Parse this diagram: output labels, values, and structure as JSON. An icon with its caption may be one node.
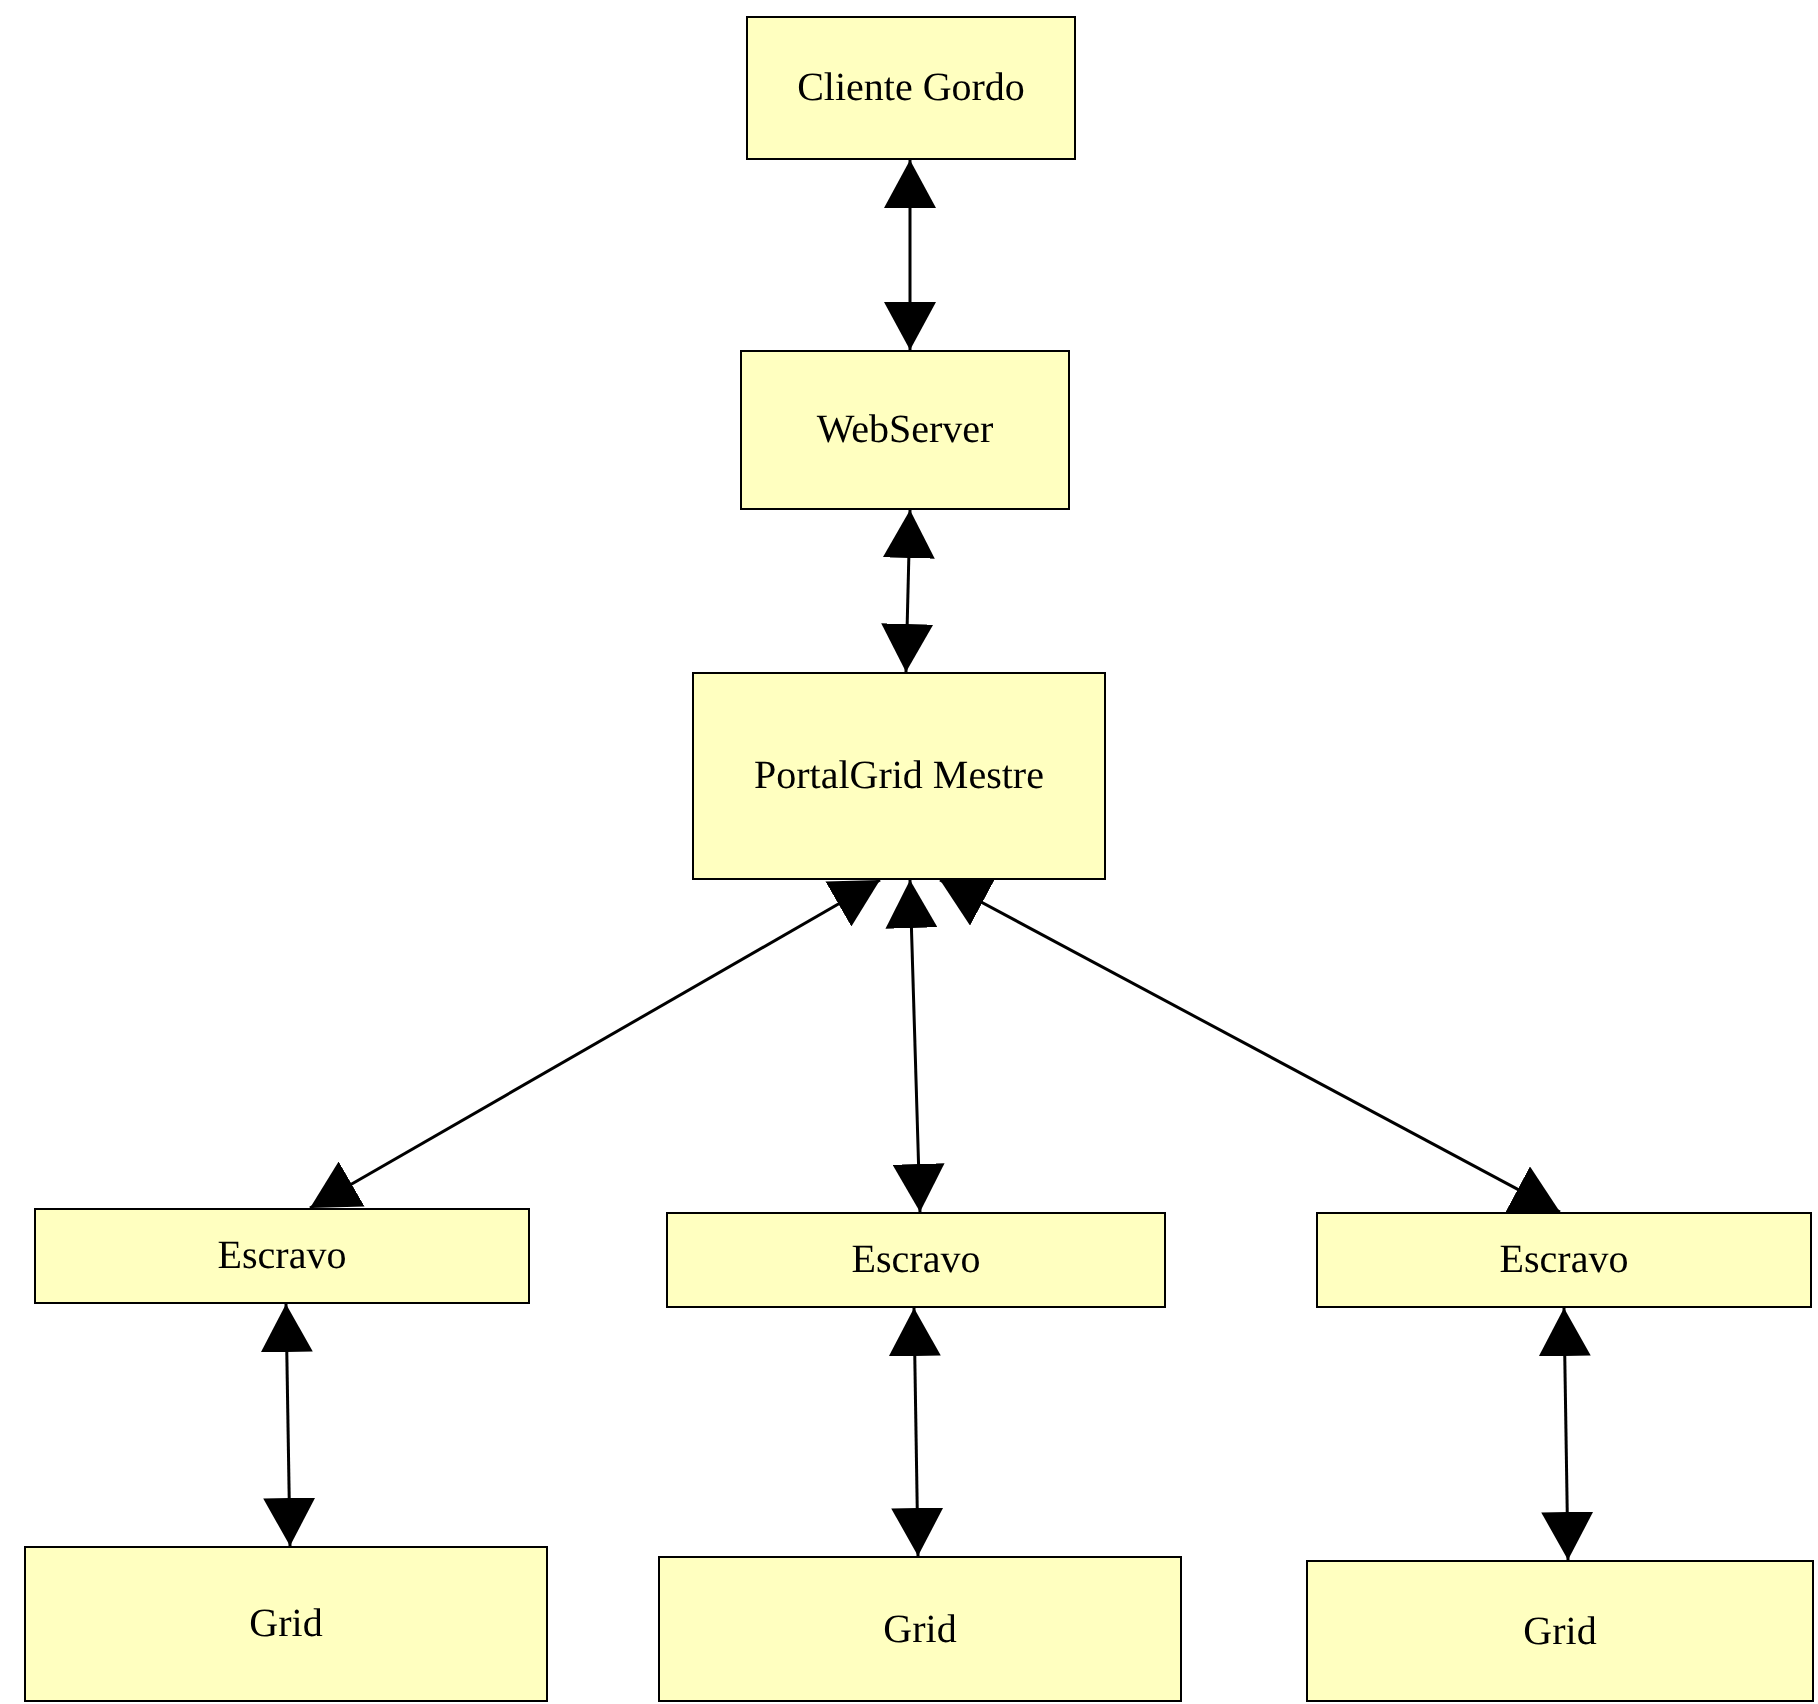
{
  "diagram": {
    "nodes": [
      {
        "text": [
          "Cliente Gordo"
        ]
      },
      {
        "text": [
          "WebServer"
        ]
      },
      {
        "text": [
          "PortalGrid Mestre"
        ]
      },
      {
        "text": [
          "Escravo"
        ]
      },
      {
        "text": [
          "Escravo"
        ]
      },
      {
        "text": [
          "Escravo"
        ]
      },
      {
        "text": [
          "Grid"
        ]
      },
      {
        "text": [
          "Grid"
        ]
      },
      {
        "text": [
          "Grid"
        ]
      }
    ],
    "edges": [
      {
        "from": 0,
        "to": 1,
        "arrow": "both"
      },
      {
        "from": 1,
        "to": 2,
        "arrow": "both"
      },
      {
        "from": 2,
        "to": 3,
        "arrow": "both"
      },
      {
        "from": 2,
        "to": 4,
        "arrow": "both"
      },
      {
        "from": 2,
        "to": 5,
        "arrow": "both"
      },
      {
        "from": 3,
        "to": 6,
        "arrow": "both"
      },
      {
        "from": 4,
        "to": 7,
        "arrow": "both"
      },
      {
        "from": 5,
        "to": 8,
        "arrow": "both"
      }
    ]
  }
}
